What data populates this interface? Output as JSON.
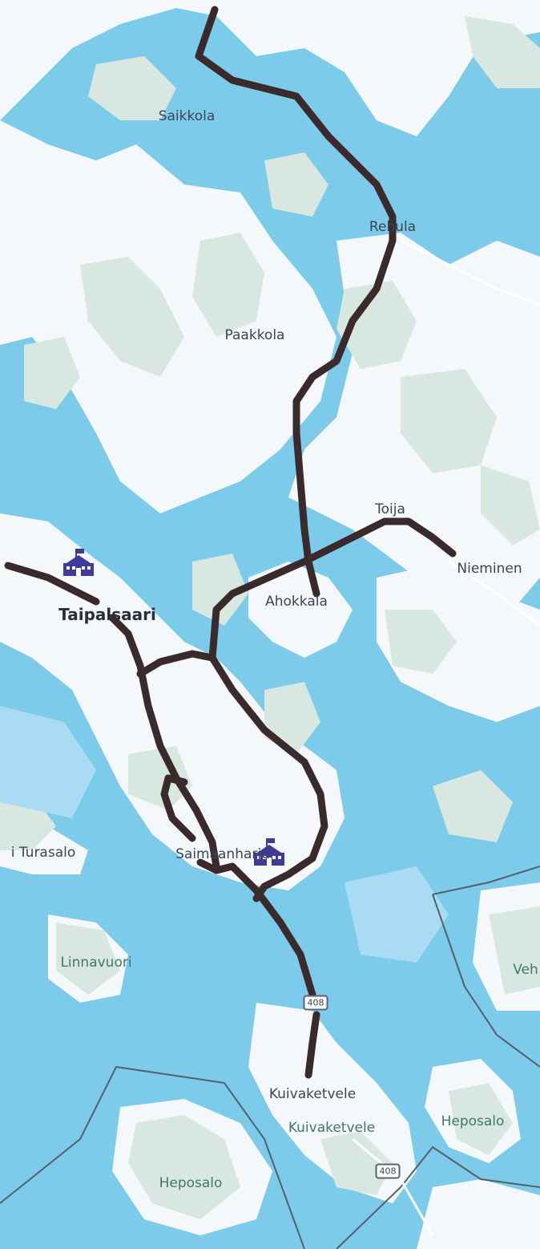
{
  "map": {
    "colors": {
      "water": "#7ccbea",
      "water_light": "#a9dcf2",
      "land": "#f4f8fb",
      "forest": "#d8e8e0",
      "road": "#3a2a2c",
      "boundary": "#53606a",
      "school": "#3f3a9a",
      "shield_border": "#5a6470"
    },
    "labels": {
      "saikkola": "Saikkola",
      "rehula": "Rehula",
      "paakkola": "Paakkola",
      "toija": "Toija",
      "nieminen": "Nieminen",
      "ahokkala": "Ahokkala",
      "taipalsaari": "Taipalsaari",
      "saimaanharju": "Saimaanharju",
      "turasalo": "i Turasalo",
      "linnavuori": "Linnavuori",
      "veh": "Veh",
      "kuivaketvele_village": "Kuivaketvele",
      "kuivaketvele_island": "Kuivaketvele",
      "heposalo_east": "Heposalo",
      "heposalo_west": "Heposalo"
    },
    "road_numbers": {
      "main": "408",
      "south": "408"
    },
    "icons": [
      "school-icon",
      "school-icon"
    ]
  }
}
